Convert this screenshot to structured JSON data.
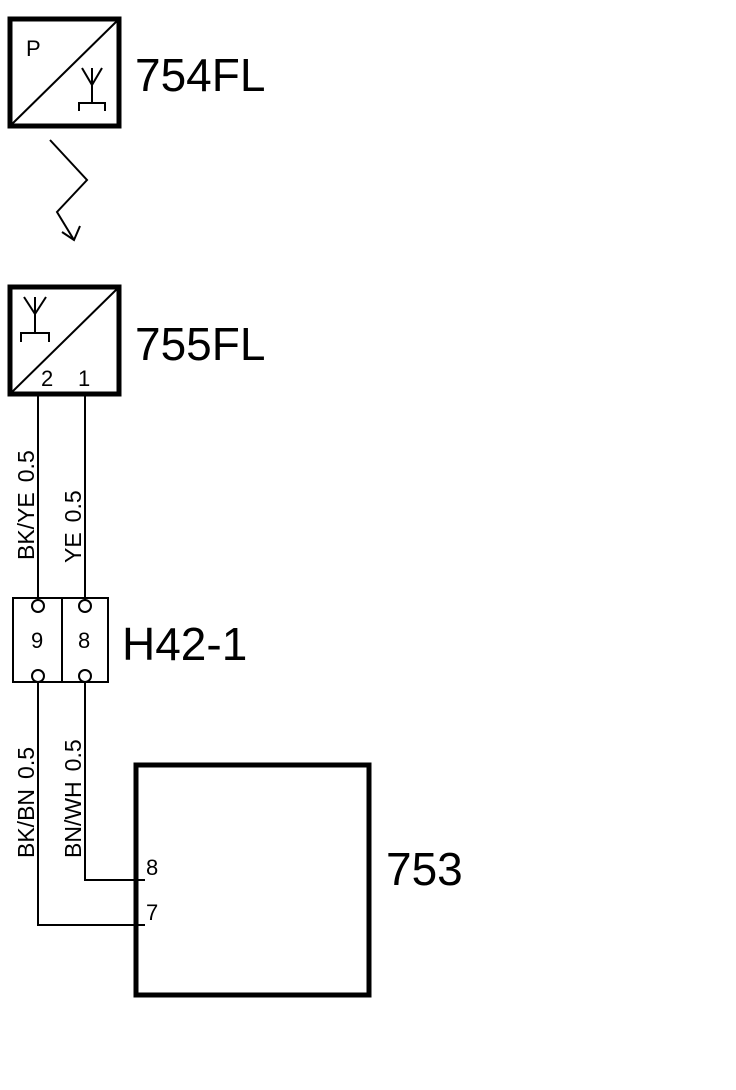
{
  "components": {
    "transmitter": {
      "label": "754FL",
      "letter": "P",
      "icon": "antenna-icon"
    },
    "receiver": {
      "label": "755FL",
      "pins": [
        "2",
        "1"
      ],
      "icon": "antenna-icon"
    },
    "connector": {
      "label": "H42-1",
      "pins": [
        "9",
        "8"
      ]
    },
    "module": {
      "label": "753",
      "pins": [
        "8",
        "7"
      ]
    }
  },
  "wires": {
    "receiver_pin2": {
      "color": "BK/YE",
      "size": "0.5"
    },
    "receiver_pin1": {
      "color": "YE",
      "size": "0.5"
    },
    "connector_pin9": {
      "color": "BK/BN",
      "size": "0.5"
    },
    "connector_pin8": {
      "color": "BN/WH",
      "size": "0.5"
    }
  },
  "signal": {
    "type": "wireless",
    "icon": "wireless-link-icon"
  }
}
